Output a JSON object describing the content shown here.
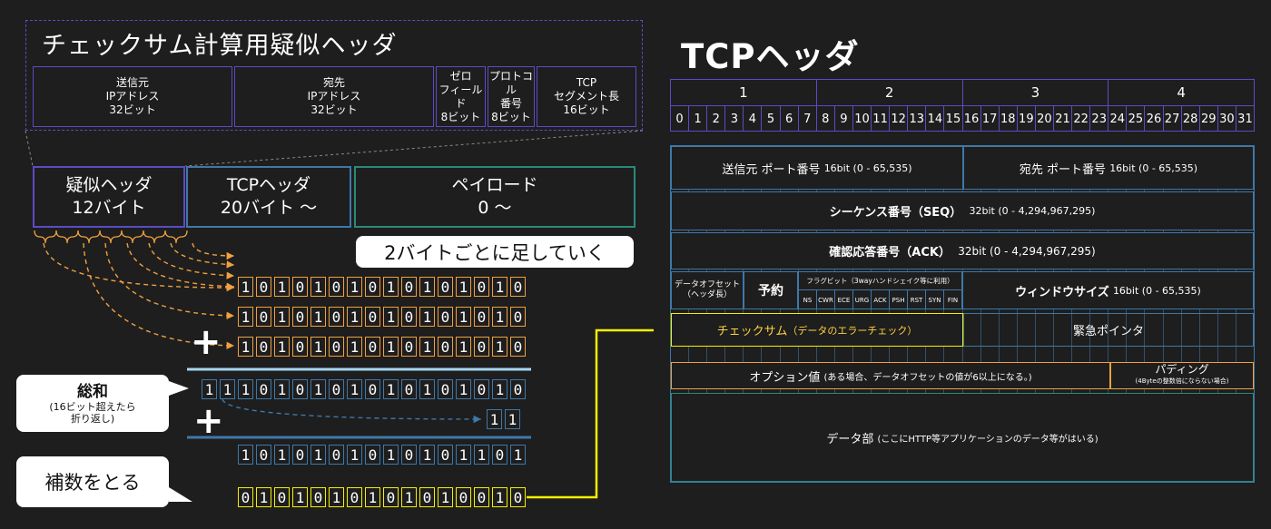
{
  "pseudo": {
    "title": "チェックサム計算用疑似ヘッダ",
    "fields": [
      "送信元\nIPアドレス\n32ビット",
      "宛先\nIPアドレス\n32ビット",
      "ゼロ\nフィールド\n8ビット",
      "プロトコル\n番号\n8ビット",
      "TCP\nセグメント長\n16ビット"
    ]
  },
  "segments": {
    "pseudo": "疑似ヘッダ\n12バイト",
    "tcp": "TCPヘッダ\n20バイト ～",
    "payload": "ペイロード\n0 ～"
  },
  "calc": {
    "callout_add": "2バイトごとに足していく",
    "callout_sum": "総和",
    "callout_sum_note": "(16ビット超えたら\n折り返し)",
    "callout_complement": "補数をとる",
    "plus_symbol": "+",
    "rows": {
      "r1": "1010101010101010",
      "r2": "1010101010101010",
      "r3": "1010101010101010",
      "sum": "111010101010101010",
      "carry": "11",
      "folded": "1010101010101101",
      "complement": "0101010101010010"
    }
  },
  "tcp": {
    "title": "TCPヘッダ",
    "bytes": [
      "1",
      "2",
      "3",
      "4"
    ],
    "bits": [
      "0",
      "1",
      "2",
      "3",
      "4",
      "5",
      "6",
      "7",
      "8",
      "9",
      "10",
      "11",
      "12",
      "13",
      "14",
      "15",
      "16",
      "17",
      "18",
      "19",
      "20",
      "21",
      "22",
      "23",
      "24",
      "25",
      "26",
      "27",
      "28",
      "29",
      "30",
      "31"
    ],
    "src_port": "送信元  ポート番号",
    "src_port_size": "16bit (0 - 65,535)",
    "dst_port": "宛先  ポート番号",
    "dst_port_size": "16bit (0 - 65,535)",
    "seq": "シーケンス番号（SEQ）",
    "seq_size": "32bit (0 - 4,294,967,295)",
    "ack": "確認応答番号（ACK）",
    "ack_size": "32bit (0 - 4,294,967,295)",
    "data_offset": "データオフセット\n（ヘッダ長）",
    "reserved": "予約",
    "flags_title": "フラグビット（3wayハンドシェイク等に利用）",
    "flags": [
      "NS",
      "CWR",
      "ECE",
      "URG",
      "ACK",
      "PSH",
      "RST",
      "SYN",
      "FIN"
    ],
    "window": "ウィンドウサイズ",
    "window_size": "16bit (0 - 65,535)",
    "checksum": "チェックサム",
    "checksum_note": "（データのエラーチェック）",
    "urgent": "緊急ポインタ",
    "options": "オプション値",
    "options_note": "(ある場合、データオフセットの値が6以上になる。)",
    "padding": "パディング",
    "padding_note": "(4Byteの整数倍にならない場合)",
    "data": "データ部",
    "data_note": "(ここにHTTP等アプリケーションのデータ等がはいる)"
  },
  "colors": {
    "purple": "#5b4bc4",
    "orange": "#f0a040",
    "blue": "#3f78a8",
    "yellow": "#f5f000",
    "teal": "#2a8a7a",
    "accent_text": "#ffd23f"
  }
}
